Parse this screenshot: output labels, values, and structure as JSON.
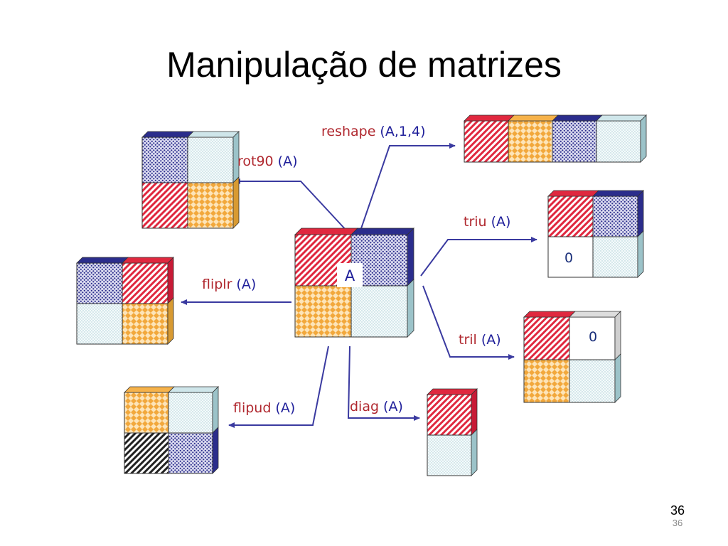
{
  "title": "Manipulação de matrizes",
  "center_label": "A",
  "zero_label": "0",
  "operations": [
    {
      "id": "reshape",
      "name": "reshape",
      "args": "(A,1,4)"
    },
    {
      "id": "rot90",
      "name": "rot90",
      "args": "(A)"
    },
    {
      "id": "fliplr",
      "name": "fliplr",
      "args": "(A)"
    },
    {
      "id": "flipud",
      "name": "flipud",
      "args": "(A)"
    },
    {
      "id": "diag",
      "name": "diag",
      "args": "(A)"
    },
    {
      "id": "triu",
      "name": "triu",
      "args": "(A)"
    },
    {
      "id": "tril",
      "name": "tril",
      "args": "(A)"
    }
  ],
  "page_number": "36",
  "page_number_small": "36",
  "colors": {
    "arrow": "#3a3aa0",
    "label_text": "#b0282f",
    "label_arg": "#1f1f9a",
    "red": "#e0283f",
    "navy": "#2b2d8c",
    "orange": "#f6b24a",
    "lightblue": "#cfe6ea"
  }
}
